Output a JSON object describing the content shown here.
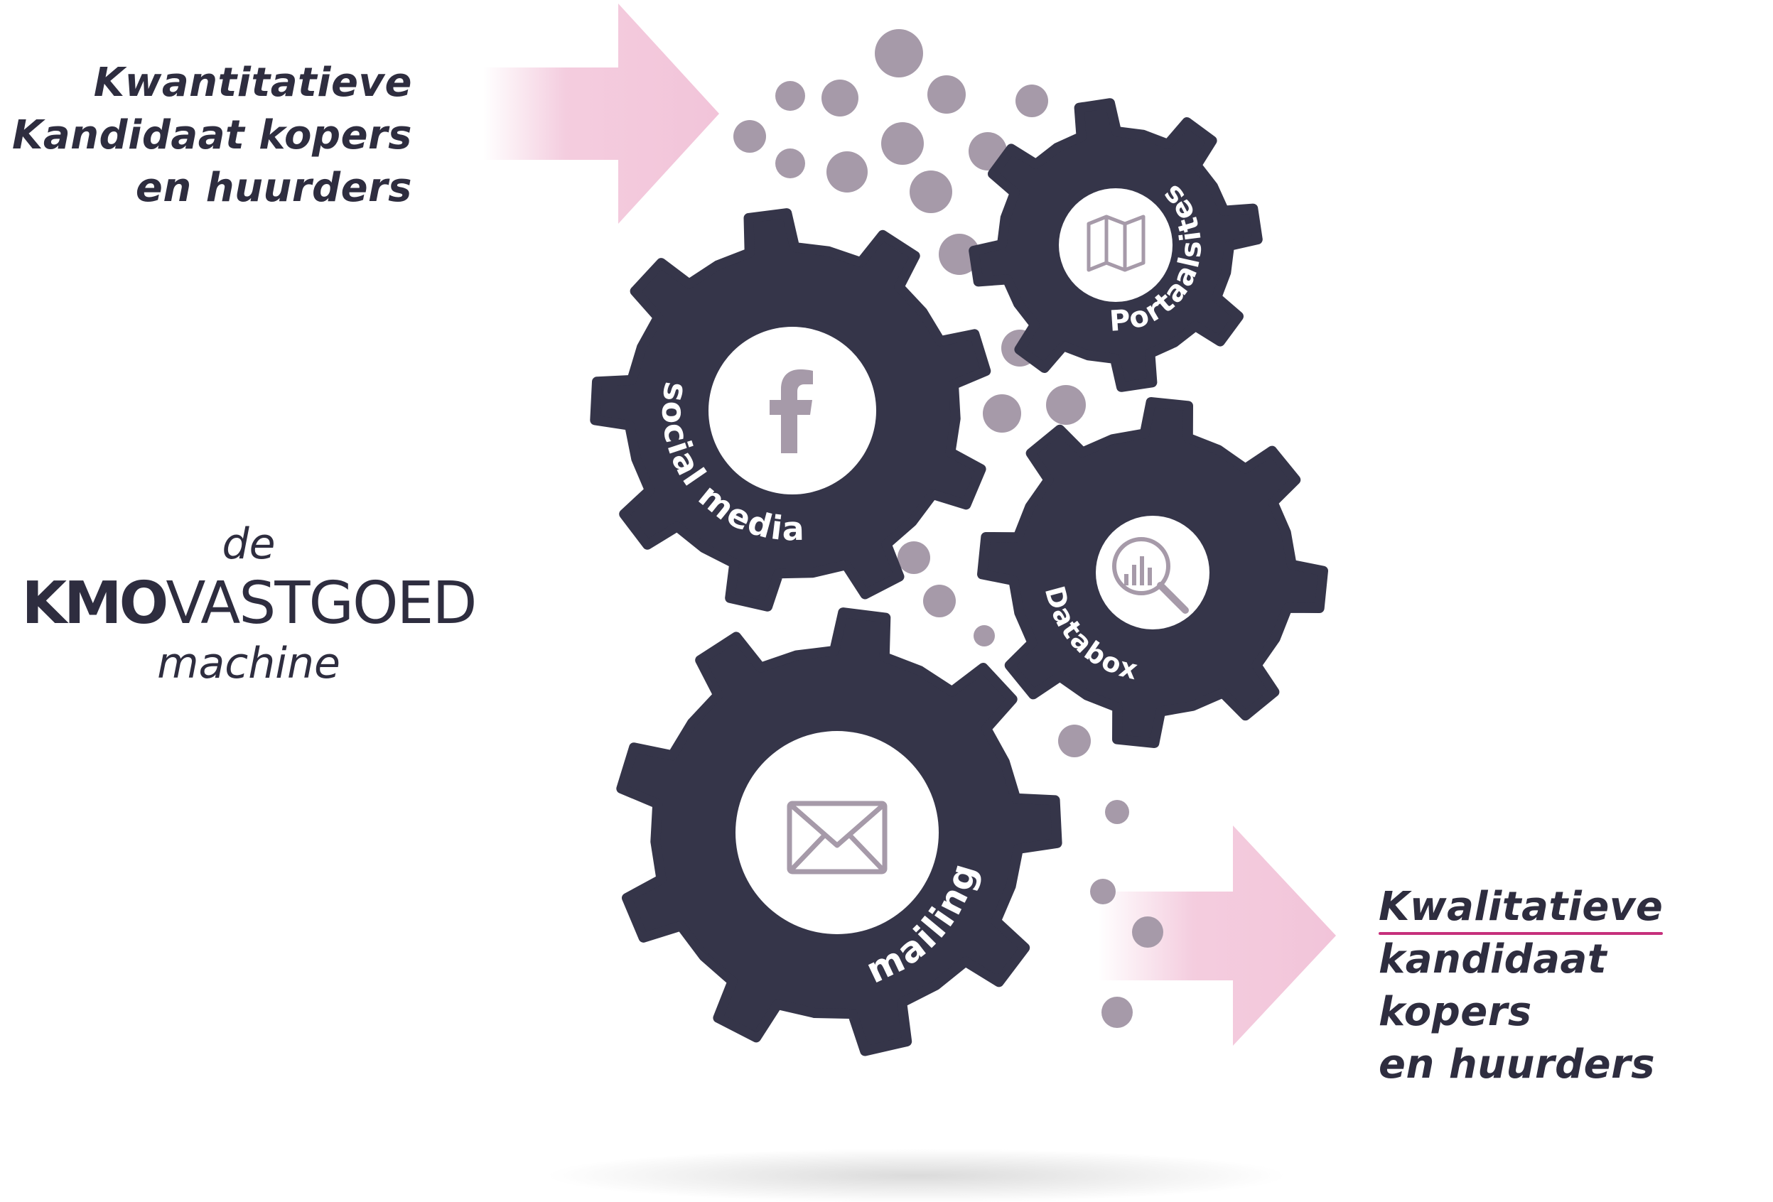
{
  "input_label": {
    "line1": "Kwantitatieve",
    "line2": "Kandidaat kopers",
    "line3": "en huurders"
  },
  "output_label": {
    "line1": "Kwalitatieve",
    "line2": "kandidaat kopers",
    "line3": "en huurders"
  },
  "brand": {
    "prefix": "de",
    "bold": "KMO",
    "light": "VASTGOED",
    "suffix": "machine"
  },
  "gears": {
    "social": {
      "label": "social media",
      "icon": "facebook-icon"
    },
    "portals": {
      "label": "Portaalsites",
      "icon": "map-icon"
    },
    "databox": {
      "label": "Databox",
      "icon": "chart-search-icon"
    },
    "mailing": {
      "label": "mailing",
      "icon": "envelope-icon"
    }
  },
  "colors": {
    "gear": "#353549",
    "dot": "#a69aa9",
    "arrow": "#f2c4d9",
    "underline": "#c6307c",
    "icon": "#a69aa9"
  }
}
